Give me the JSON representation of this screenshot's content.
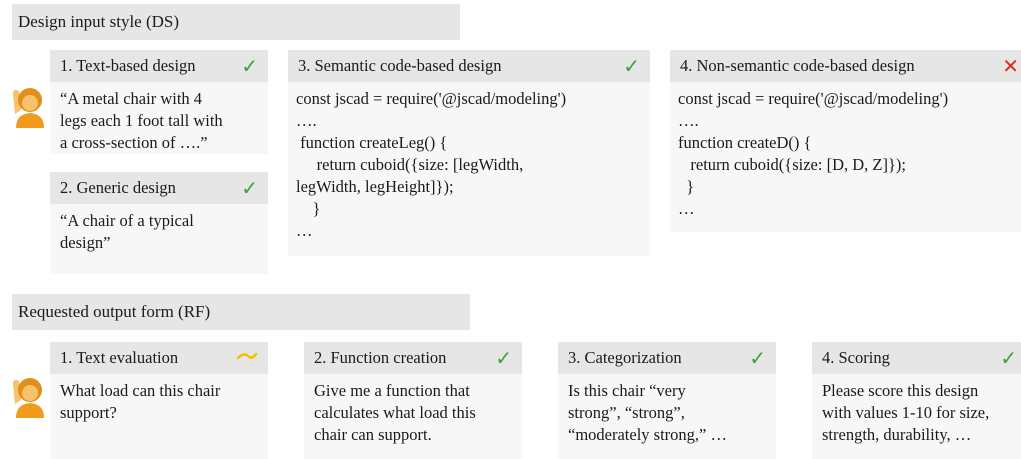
{
  "ds": {
    "title": "Design input style (DS)",
    "cards": [
      {
        "title": "1. Text-based design",
        "status": "check",
        "body": "“A metal chair with 4\nlegs each 1 foot tall with\na cross-section of ….”"
      },
      {
        "title": "2. Generic design",
        "status": "check",
        "body": "“A chair of a typical\ndesign”"
      },
      {
        "title": "3. Semantic code-based design",
        "status": "check",
        "body": "const jscad = require('@jscad/modeling')\n….\n function createLeg() {\n     return cuboid({size: [legWidth,\nlegWidth, legHeight]});\n    }\n…"
      },
      {
        "title": "4. Non-semantic code-based design",
        "status": "cross",
        "body": "const jscad = require('@jscad/modeling')\n….\nfunction createD() {\n   return cuboid({size: [D, D, Z]});\n  }\n…"
      }
    ]
  },
  "rf": {
    "title": "Requested output form (RF)",
    "cards": [
      {
        "title": "1. Text evaluation",
        "status": "partial",
        "body": "What load can this chair\nsupport?"
      },
      {
        "title": "2. Function creation",
        "status": "check",
        "body": "Give me a function that\ncalculates what load this\nchair can support."
      },
      {
        "title": "3. Categorization",
        "status": "check",
        "body": "Is this chair “very\nstrong”, “strong”,\n“moderately strong,” …"
      },
      {
        "title": "4. Scoring",
        "status": "check",
        "body": "Please score this design\nwith values 1-10 for size,\nstrength, durability, …"
      }
    ]
  },
  "colors": {
    "check": "#3aa335",
    "cross": "#e0291e",
    "partial": "#f2c200",
    "person_hair": "#e0901a",
    "person_skin": "#f6c36b",
    "person_shirt": "#f29a1b"
  },
  "icons": {
    "check": "check-icon",
    "cross": "cross-icon",
    "partial": "partial-icon",
    "person": "person-raising-hand-icon"
  }
}
